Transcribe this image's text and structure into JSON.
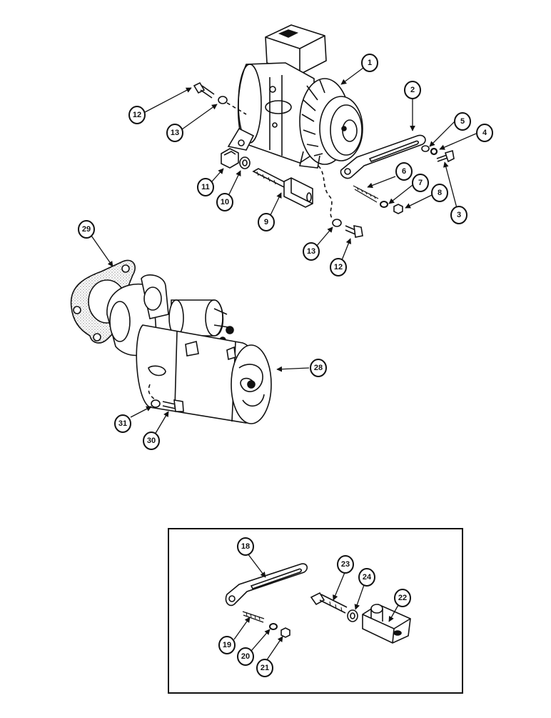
{
  "colors": {
    "ink": "#111111",
    "paper": "#ffffff",
    "stipple": "#555555"
  },
  "callouts": {
    "c1": "1",
    "c2": "2",
    "c3": "3",
    "c4": "4",
    "c5": "5",
    "c6": "6",
    "c7": "7",
    "c8": "8",
    "c9": "9",
    "c10": "10",
    "c11": "11",
    "c12a": "12",
    "c12b": "12",
    "c13a": "13",
    "c13b": "13",
    "c18": "18",
    "c19": "19",
    "c20": "20",
    "c21": "21",
    "c22": "22",
    "c23": "23",
    "c24": "24",
    "c28": "28",
    "c29": "29",
    "c30": "30",
    "c31": "31"
  }
}
